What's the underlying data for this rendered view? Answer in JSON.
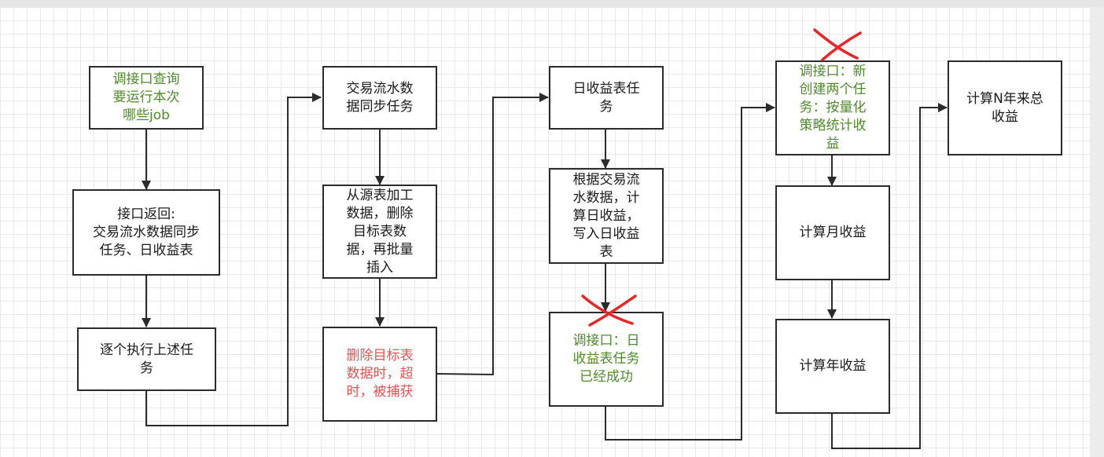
{
  "nodes": {
    "n1": "调接口查询\n要运行本次\n哪些job",
    "n2": "接口返回:\n交易流水数据同步\n任务、日收益表",
    "n3": "逐个执行上述任\n务",
    "n4": "交易流水数\n据同步任务",
    "n5": "从源表加工\n数据，删除\n目标表数\n据，再批量\n插入",
    "n6": "删除目标表\n数据时，超\n时，被捕获",
    "n7": "日收益表任\n务",
    "n8": "根据交易流\n水数据，计\n算日收益，\n写入日收益\n表",
    "n9": "调接口：日\n收益表任务\n已经成功",
    "n10": "调接口：新\n创建两个任\n务：按量化\n策略统计收\n益",
    "n11": "计算月收益",
    "n12": "计算年收益",
    "n13": "计算N年来总\n收益"
  },
  "colors": {
    "default_text": "#1a1a1a",
    "green_text": "#4f8a2a",
    "red_text": "#e05555",
    "cross_mark": "#e8262a",
    "line": "#2b2b2b"
  }
}
